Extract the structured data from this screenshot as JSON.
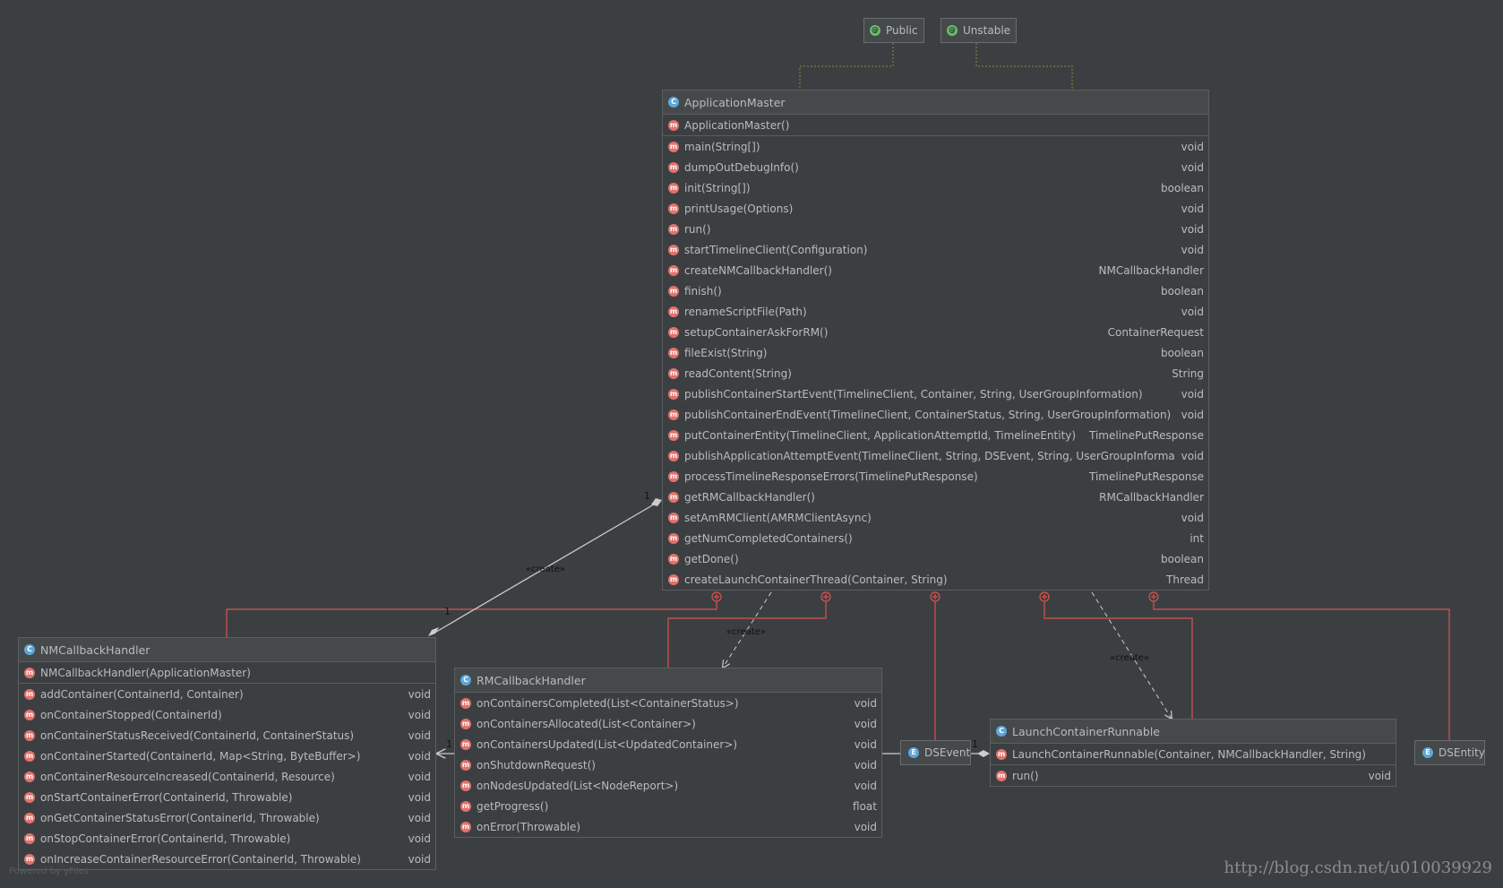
{
  "annotations": [
    {
      "id": "public",
      "label": "Public"
    },
    {
      "id": "unstable",
      "label": "Unstable"
    }
  ],
  "classes": {
    "application_master": {
      "name": "ApplicationMaster",
      "constructor": "ApplicationMaster()",
      "methods": [
        {
          "name": "main(String[])",
          "ret": "void"
        },
        {
          "name": "dumpOutDebugInfo()",
          "ret": "void"
        },
        {
          "name": "init(String[])",
          "ret": "boolean"
        },
        {
          "name": "printUsage(Options)",
          "ret": "void"
        },
        {
          "name": "run()",
          "ret": "void"
        },
        {
          "name": "startTimelineClient(Configuration)",
          "ret": "void"
        },
        {
          "name": "createNMCallbackHandler()",
          "ret": "NMCallbackHandler"
        },
        {
          "name": "finish()",
          "ret": "boolean"
        },
        {
          "name": "renameScriptFile(Path)",
          "ret": "void"
        },
        {
          "name": "setupContainerAskForRM()",
          "ret": "ContainerRequest"
        },
        {
          "name": "fileExist(String)",
          "ret": "boolean"
        },
        {
          "name": "readContent(String)",
          "ret": "String"
        },
        {
          "name": "publishContainerStartEvent(TimelineClient, Container, String, UserGroupInformation)",
          "ret": "void"
        },
        {
          "name": "publishContainerEndEvent(TimelineClient, ContainerStatus, String, UserGroupInformation)",
          "ret": "void"
        },
        {
          "name": "putContainerEntity(TimelineClient, ApplicationAttemptId, TimelineEntity)",
          "ret": "TimelinePutResponse"
        },
        {
          "name": "publishApplicationAttemptEvent(TimelineClient, String, DSEvent, String, UserGroupInformation)",
          "ret": "void"
        },
        {
          "name": "processTimelineResponseErrors(TimelinePutResponse)",
          "ret": "TimelinePutResponse"
        },
        {
          "name": "getRMCallbackHandler()",
          "ret": "RMCallbackHandler"
        },
        {
          "name": "setAmRMClient(AMRMClientAsync)",
          "ret": "void"
        },
        {
          "name": "getNumCompletedContainers()",
          "ret": "int"
        },
        {
          "name": "getDone()",
          "ret": "boolean"
        },
        {
          "name": "createLaunchContainerThread(Container, String)",
          "ret": "Thread"
        }
      ]
    },
    "nm_callback_handler": {
      "name": "NMCallbackHandler",
      "constructor": "NMCallbackHandler(ApplicationMaster)",
      "methods": [
        {
          "name": "addContainer(ContainerId, Container)",
          "ret": "void"
        },
        {
          "name": "onContainerStopped(ContainerId)",
          "ret": "void"
        },
        {
          "name": "onContainerStatusReceived(ContainerId, ContainerStatus)",
          "ret": "void"
        },
        {
          "name": "onContainerStarted(ContainerId, Map<String, ByteBuffer>)",
          "ret": "void"
        },
        {
          "name": "onContainerResourceIncreased(ContainerId, Resource)",
          "ret": "void"
        },
        {
          "name": "onStartContainerError(ContainerId, Throwable)",
          "ret": "void"
        },
        {
          "name": "onGetContainerStatusError(ContainerId, Throwable)",
          "ret": "void"
        },
        {
          "name": "onStopContainerError(ContainerId, Throwable)",
          "ret": "void"
        },
        {
          "name": "onIncreaseContainerResourceError(ContainerId, Throwable)",
          "ret": "void"
        }
      ]
    },
    "rm_callback_handler": {
      "name": "RMCallbackHandler",
      "constructor": "",
      "methods": [
        {
          "name": "onContainersCompleted(List<ContainerStatus>)",
          "ret": "void"
        },
        {
          "name": "onContainersAllocated(List<Container>)",
          "ret": "void"
        },
        {
          "name": "onContainersUpdated(List<UpdatedContainer>)",
          "ret": "void"
        },
        {
          "name": "onShutdownRequest()",
          "ret": "void"
        },
        {
          "name": "onNodesUpdated(List<NodeReport>)",
          "ret": "void"
        },
        {
          "name": "getProgress()",
          "ret": "float"
        },
        {
          "name": "onError(Throwable)",
          "ret": "void"
        }
      ]
    },
    "launch_container_runnable": {
      "name": "LaunchContainerRunnable",
      "constructor": "LaunchContainerRunnable(Container, NMCallbackHandler, String)",
      "methods": [
        {
          "name": "run()",
          "ret": "void"
        }
      ]
    }
  },
  "enums": [
    {
      "id": "dsevent",
      "name": "DSEvent"
    },
    {
      "id": "dsentity",
      "name": "DSEntity"
    }
  ],
  "edge_labels": {
    "create": "«create»",
    "one": "1"
  },
  "footer": "Powered by yFiles",
  "watermark": "http://blog.csdn.net/u010039929",
  "colors": {
    "background": "#3c3f41",
    "inner_class_edge": "#d9534f",
    "dependency_edge": "#cccccc",
    "annotation_edge": "#8a8a3a",
    "method_icon": "#e0726d",
    "class_icon": "#5ea7d8",
    "annotation_icon": "#6fbd6f"
  },
  "icons": {
    "method": "m-circle-icon",
    "class": "c-circle-icon",
    "enum": "e-circle-icon",
    "annotation": "at-circle-icon",
    "inner": "plus-circle-icon"
  }
}
